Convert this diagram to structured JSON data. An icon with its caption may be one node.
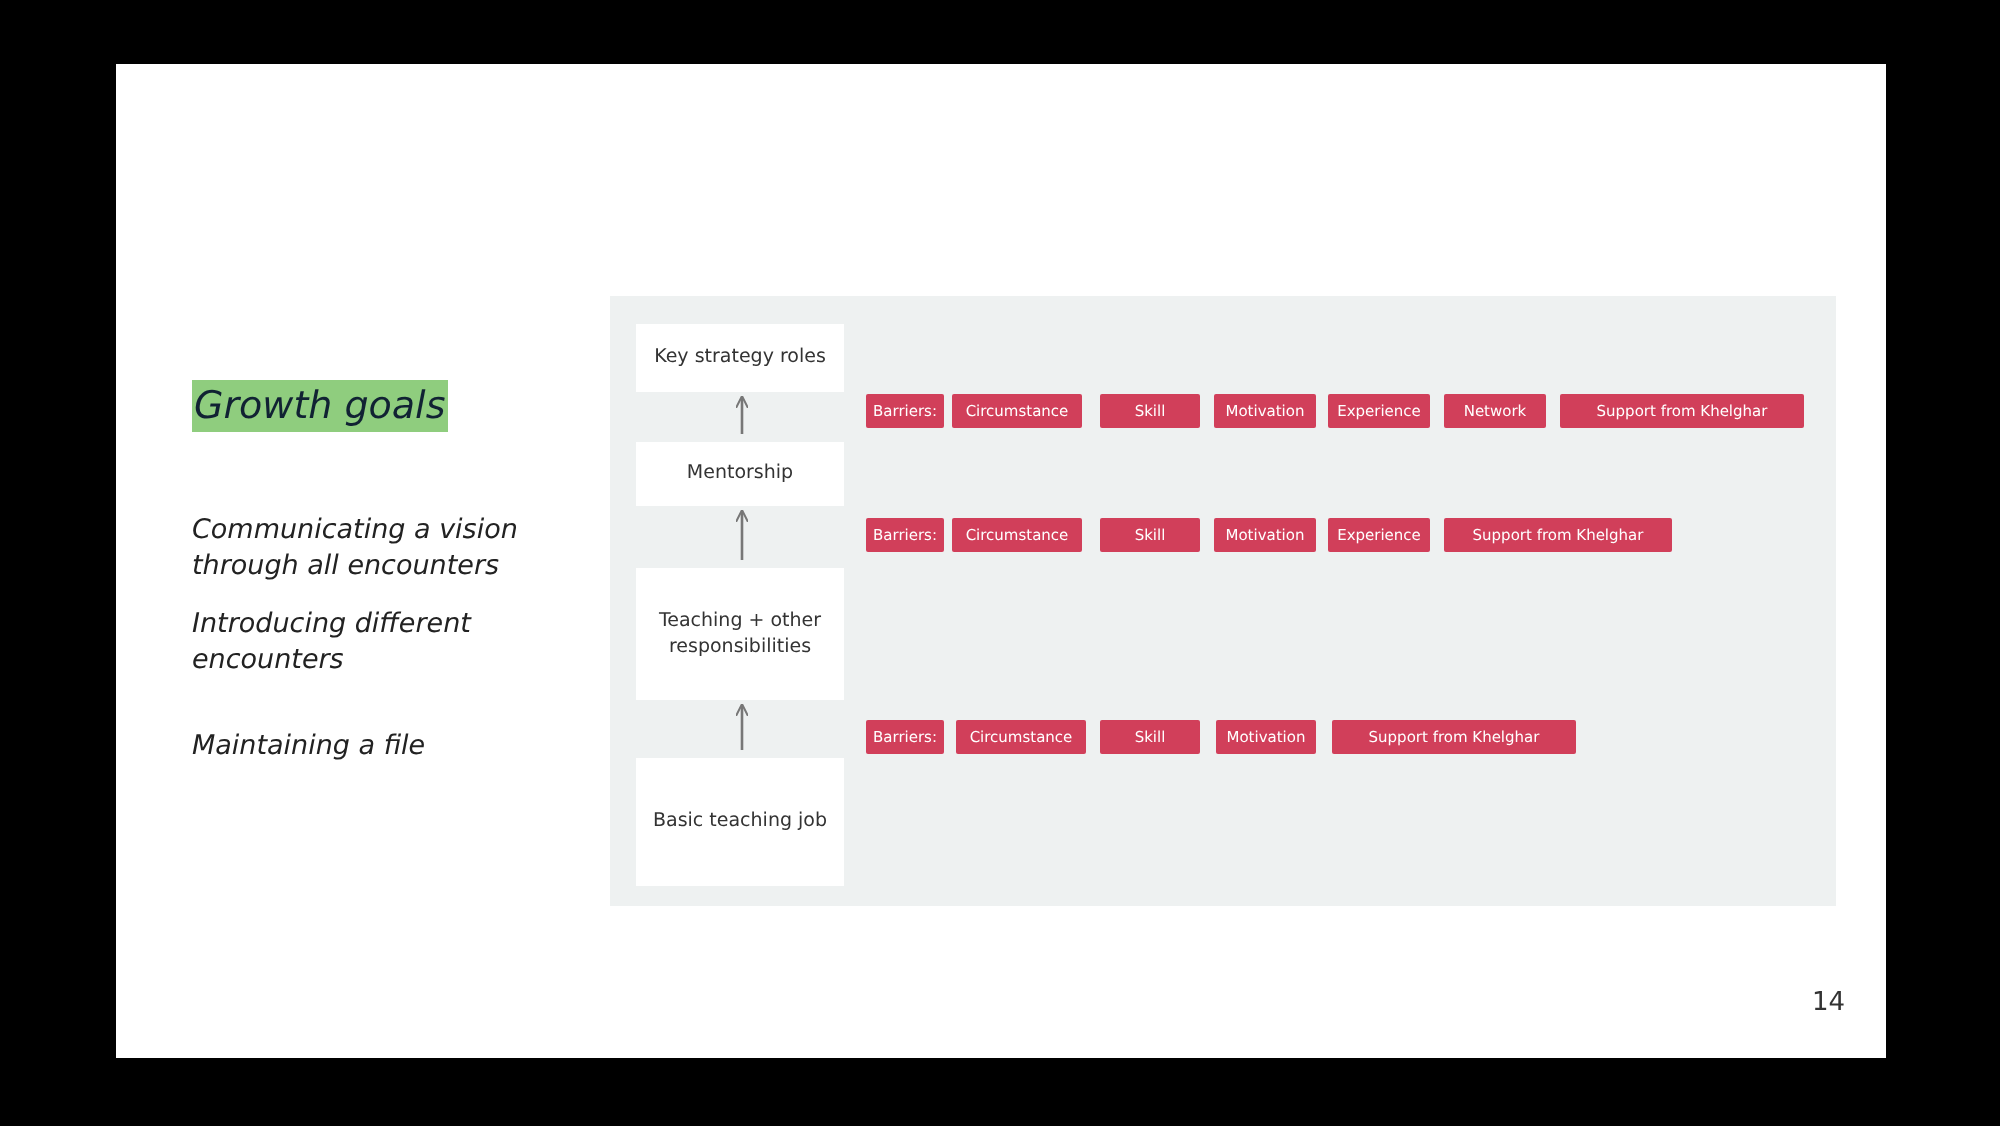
{
  "diagram": {
    "title": "Growth goals",
    "nodes": [
      {
        "text": [
          "Key strategy roles"
        ]
      },
      {
        "text": [
          "Mentorship"
        ]
      },
      {
        "text": [
          "Teaching + other responsibilities"
        ]
      },
      {
        "text": [
          "Basic teaching job"
        ]
      },
      {
        "text": [
          "Barriers:"
        ]
      },
      {
        "text": [
          "Circumstance"
        ]
      },
      {
        "text": [
          "Skill"
        ]
      },
      {
        "text": [
          "Motivation"
        ]
      },
      {
        "text": [
          "Experience"
        ]
      },
      {
        "text": [
          "Network"
        ]
      },
      {
        "text": [
          "Support from Khelghar"
        ]
      },
      {
        "text": [
          "Barriers:"
        ]
      },
      {
        "text": [
          "Circumstance"
        ]
      },
      {
        "text": [
          "Skill"
        ]
      },
      {
        "text": [
          "Motivation"
        ]
      },
      {
        "text": [
          "Experience"
        ]
      },
      {
        "text": [
          "Support from Khelghar"
        ]
      },
      {
        "text": [
          "Barriers:"
        ]
      },
      {
        "text": [
          "Circumstance"
        ]
      },
      {
        "text": [
          "Skill"
        ]
      },
      {
        "text": [
          "Motivation"
        ]
      },
      {
        "text": [
          "Support from Khelghar"
        ]
      }
    ],
    "edges": [
      {
        "from": 1,
        "to": 0,
        "arrow": "to"
      },
      {
        "from": 2,
        "to": 1,
        "arrow": "to"
      },
      {
        "from": 3,
        "to": 2,
        "arrow": "to"
      }
    ],
    "labels": [
      "Communicating a vision through all encounters",
      "Introducing different encounters",
      "Maintaining a file",
      "14"
    ]
  }
}
